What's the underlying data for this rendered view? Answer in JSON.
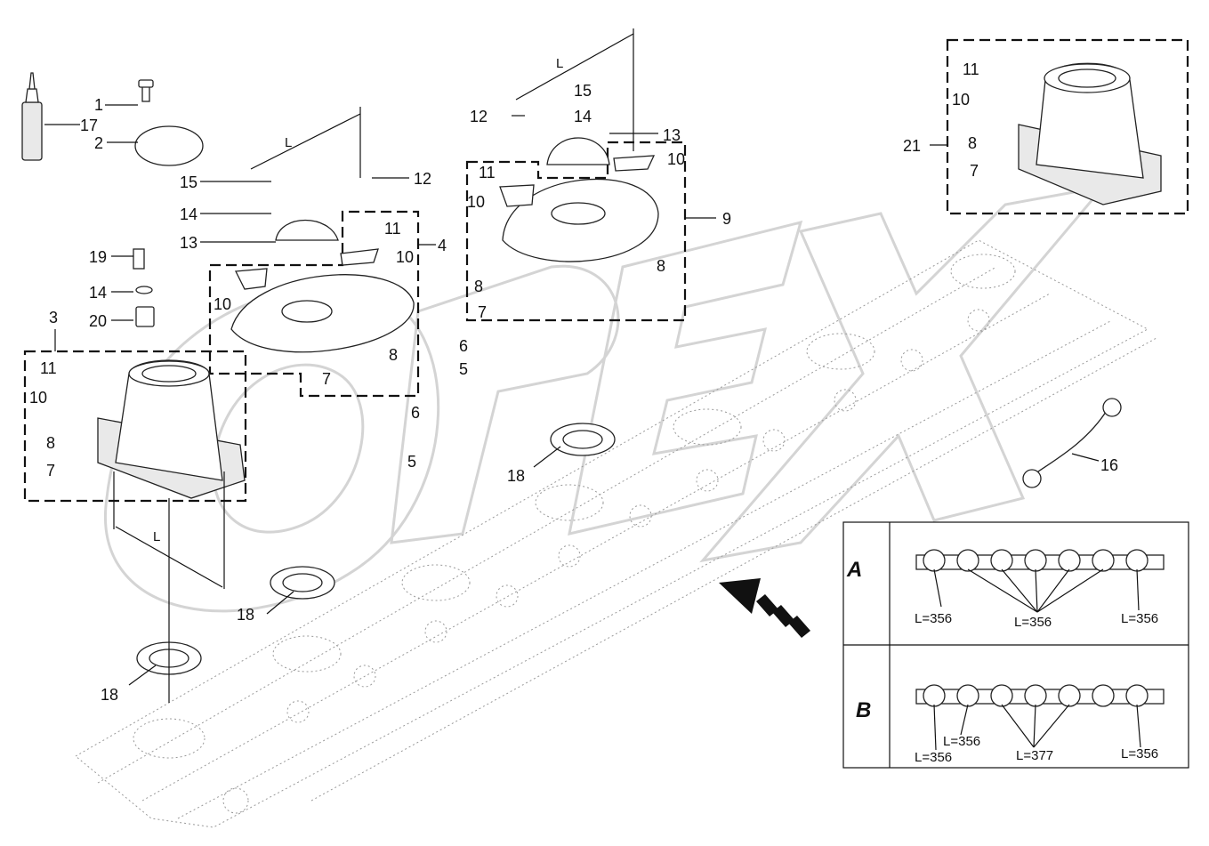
{
  "watermark": "OPEX",
  "callouts": {
    "c1": "1",
    "c2": "2",
    "c3": "3",
    "c4": "4",
    "c5a": "5",
    "c5b": "5",
    "c6a": "6",
    "c6b": "6",
    "c7a": "7",
    "c7b": "7",
    "c7c": "7",
    "c7d": "7",
    "c8a": "8",
    "c8b": "8",
    "c8c": "8",
    "c8d": "8",
    "c9": "9",
    "c10a": "10",
    "c10b": "10",
    "c10c": "10",
    "c10d": "10",
    "c10e": "10",
    "c10f": "10",
    "c11a": "11",
    "c11b": "11",
    "c11c": "11",
    "c11d": "11",
    "c12a": "12",
    "c12b": "12",
    "c13a": "13",
    "c13b": "13",
    "c14a": "14",
    "c14b": "14",
    "c14c": "14",
    "c15a": "15",
    "c15b": "15",
    "c16": "16",
    "c17": "17",
    "c18a": "18",
    "c18b": "18",
    "c18c": "18",
    "c19": "19",
    "c20": "20",
    "c21": "21"
  },
  "dimension_label": "L",
  "inset": {
    "variant_a": {
      "label": "A",
      "lengths": [
        "L=356",
        "L=356",
        "L=356"
      ]
    },
    "variant_b": {
      "label": "B",
      "lengths": [
        "L=356",
        "L=356",
        "L=377",
        "L=356"
      ]
    }
  }
}
